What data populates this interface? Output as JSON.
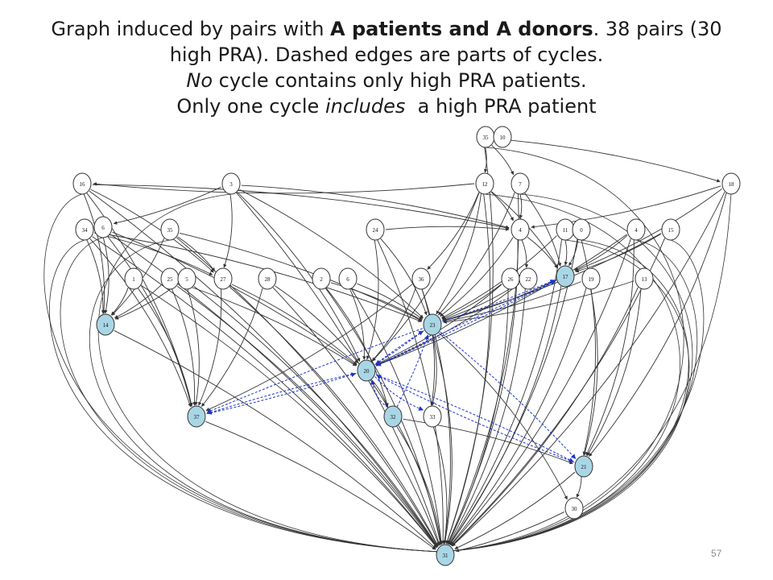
{
  "slide": {
    "title": {
      "line1": {
        "part1": "Graph induced by pairs with ",
        "bold": "A patients and A donors",
        "part2": ". 38 pairs (30"
      },
      "line2": "high PRA). Dashed edges are parts of cycles.",
      "line3": {
        "italic": "No",
        "rest": " cycle contains only high PRA patients."
      },
      "line4": {
        "part1": "Only one cycle ",
        "italic": "includes",
        "part2": "  a high PRA patient"
      }
    },
    "slide_number": "57"
  },
  "graph": {
    "colors": {
      "low_pra_fill": "#a9d6e5",
      "high_pra_fill": "#ffffff",
      "edge": "#333333",
      "cycle_edge": "#1f33cc"
    },
    "nodes": [
      {
        "id": "n35",
        "label": "35",
        "type": "high"
      },
      {
        "id": "n10",
        "label": "10",
        "type": "high"
      },
      {
        "id": "n16",
        "label": "16",
        "type": "high"
      },
      {
        "id": "n3",
        "label": "3",
        "type": "high"
      },
      {
        "id": "n12",
        "label": "12",
        "type": "high"
      },
      {
        "id": "n7",
        "label": "7",
        "type": "high"
      },
      {
        "id": "n18",
        "label": "18",
        "type": "high"
      },
      {
        "id": "n34",
        "label": "34",
        "type": "high"
      },
      {
        "id": "n6a",
        "label": "6",
        "type": "high"
      },
      {
        "id": "n35b",
        "label": "35",
        "type": "high"
      },
      {
        "id": "n24",
        "label": "24",
        "type": "high"
      },
      {
        "id": "n4",
        "label": "4",
        "type": "high"
      },
      {
        "id": "n11",
        "label": "11",
        "type": "high"
      },
      {
        "id": "n0",
        "label": "0",
        "type": "high"
      },
      {
        "id": "n4b",
        "label": "4",
        "type": "high"
      },
      {
        "id": "n15",
        "label": "15",
        "type": "high"
      },
      {
        "id": "n1",
        "label": "1",
        "type": "high"
      },
      {
        "id": "n25",
        "label": "25",
        "type": "high"
      },
      {
        "id": "n5",
        "label": "5",
        "type": "high"
      },
      {
        "id": "n27",
        "label": "27",
        "type": "high"
      },
      {
        "id": "n28",
        "label": "28",
        "type": "high"
      },
      {
        "id": "n2",
        "label": "2",
        "type": "high"
      },
      {
        "id": "n6b",
        "label": "6",
        "type": "high"
      },
      {
        "id": "n36",
        "label": "36",
        "type": "high"
      },
      {
        "id": "n26",
        "label": "26",
        "type": "high"
      },
      {
        "id": "n22",
        "label": "22",
        "type": "high"
      },
      {
        "id": "n17",
        "label": "17",
        "type": "low"
      },
      {
        "id": "n19",
        "label": "19",
        "type": "high"
      },
      {
        "id": "n13",
        "label": "13",
        "type": "high"
      },
      {
        "id": "n14",
        "label": "14",
        "type": "low"
      },
      {
        "id": "n23",
        "label": "23",
        "type": "low"
      },
      {
        "id": "n20",
        "label": "20",
        "type": "low"
      },
      {
        "id": "n37",
        "label": "37",
        "type": "low"
      },
      {
        "id": "n32",
        "label": "32",
        "type": "low"
      },
      {
        "id": "n33",
        "label": "33",
        "type": "high"
      },
      {
        "id": "n21",
        "label": "21",
        "type": "low"
      },
      {
        "id": "n30",
        "label": "30",
        "type": "high"
      },
      {
        "id": "n31",
        "label": "31",
        "type": "low"
      }
    ],
    "edges": [
      [
        "n16",
        "n4"
      ],
      [
        "n16",
        "n14"
      ],
      [
        "n16",
        "n37"
      ],
      [
        "n16",
        "n31"
      ],
      [
        "n16",
        "n27"
      ],
      [
        "n3",
        "n4"
      ],
      [
        "n3",
        "n27"
      ],
      [
        "n3",
        "n23"
      ],
      [
        "n3",
        "n20"
      ],
      [
        "n3",
        "n31"
      ],
      [
        "n3",
        "n6a"
      ],
      [
        "n35",
        "n7"
      ],
      [
        "n35",
        "n12"
      ],
      [
        "n35",
        "n31"
      ],
      [
        "n35",
        "n18"
      ],
      [
        "n12",
        "n4"
      ],
      [
        "n12",
        "n23"
      ],
      [
        "n12",
        "n20"
      ],
      [
        "n12",
        "n17"
      ],
      [
        "n12",
        "n31"
      ],
      [
        "n12",
        "n36"
      ],
      [
        "n12",
        "n16"
      ],
      [
        "n7",
        "n4"
      ],
      [
        "n7",
        "n17"
      ],
      [
        "n7",
        "n23"
      ],
      [
        "n7",
        "n31"
      ],
      [
        "n18",
        "n4"
      ],
      [
        "n18",
        "n17"
      ],
      [
        "n18",
        "n31"
      ],
      [
        "n18",
        "n21"
      ],
      [
        "n34",
        "n14"
      ],
      [
        "n34",
        "n37"
      ],
      [
        "n34",
        "n27"
      ],
      [
        "n34",
        "n31"
      ],
      [
        "n34",
        "n23"
      ],
      [
        "n6a",
        "n14"
      ],
      [
        "n6a",
        "n37"
      ],
      [
        "n6a",
        "n20"
      ],
      [
        "n6a",
        "n31"
      ],
      [
        "n35b",
        "n27"
      ],
      [
        "n35b",
        "n14"
      ],
      [
        "n35b",
        "n31"
      ],
      [
        "n35b",
        "n23"
      ],
      [
        "n24",
        "n23"
      ],
      [
        "n24",
        "n20"
      ],
      [
        "n24",
        "n31"
      ],
      [
        "n24",
        "n4"
      ],
      [
        "n4",
        "n17"
      ],
      [
        "n4",
        "n23"
      ],
      [
        "n4",
        "n31"
      ],
      [
        "n4",
        "n22"
      ],
      [
        "n11",
        "n17"
      ],
      [
        "n11",
        "n23"
      ],
      [
        "n11",
        "n31"
      ],
      [
        "n0",
        "n17"
      ],
      [
        "n0",
        "n21"
      ],
      [
        "n0",
        "n31"
      ],
      [
        "n4b",
        "n17"
      ],
      [
        "n4b",
        "n20"
      ],
      [
        "n4b",
        "n31"
      ],
      [
        "n4b",
        "n21"
      ],
      [
        "n15",
        "n17"
      ],
      [
        "n15",
        "n23"
      ],
      [
        "n15",
        "n31"
      ],
      [
        "n1",
        "n14"
      ],
      [
        "n1",
        "n37"
      ],
      [
        "n1",
        "n31"
      ],
      [
        "n25",
        "n14"
      ],
      [
        "n25",
        "n37"
      ],
      [
        "n25",
        "n20"
      ],
      [
        "n25",
        "n31"
      ],
      [
        "n5",
        "n14"
      ],
      [
        "n5",
        "n37"
      ],
      [
        "n5",
        "n31"
      ],
      [
        "n27",
        "n37"
      ],
      [
        "n27",
        "n31"
      ],
      [
        "n27",
        "n20"
      ],
      [
        "n28",
        "n20"
      ],
      [
        "n28",
        "n31"
      ],
      [
        "n28",
        "n37"
      ],
      [
        "n2",
        "n23"
      ],
      [
        "n2",
        "n31"
      ],
      [
        "n2",
        "n32"
      ],
      [
        "n6b",
        "n23"
      ],
      [
        "n6b",
        "n31"
      ],
      [
        "n6b",
        "n20"
      ],
      [
        "n36",
        "n20"
      ],
      [
        "n36",
        "n37"
      ],
      [
        "n36",
        "n31"
      ],
      [
        "n36",
        "n33"
      ],
      [
        "n26",
        "n23"
      ],
      [
        "n26",
        "n20"
      ],
      [
        "n26",
        "n31"
      ],
      [
        "n22",
        "n23"
      ],
      [
        "n22",
        "n20"
      ],
      [
        "n22",
        "n31"
      ],
      [
        "n17",
        "n23"
      ],
      [
        "n17",
        "n31"
      ],
      [
        "n19",
        "n23"
      ],
      [
        "n19",
        "n21"
      ],
      [
        "n19",
        "n31"
      ],
      [
        "n13",
        "n21"
      ],
      [
        "n13",
        "n31"
      ],
      [
        "n13",
        "n23"
      ],
      [
        "n14",
        "n31"
      ],
      [
        "n37",
        "n31"
      ],
      [
        "n23",
        "n31"
      ],
      [
        "n23",
        "n33"
      ],
      [
        "n23",
        "n30"
      ],
      [
        "n32",
        "n21"
      ],
      [
        "n32",
        "n31"
      ],
      [
        "n33",
        "n31"
      ],
      [
        "n21",
        "n30"
      ],
      [
        "n21",
        "n31"
      ],
      [
        "n30",
        "n31"
      ],
      [
        "n20",
        "n31"
      ],
      [
        "n20",
        "n32"
      ]
    ],
    "cycle_edges": [
      [
        "n20",
        "n23"
      ],
      [
        "n23",
        "n20"
      ],
      [
        "n20",
        "n37"
      ],
      [
        "n37",
        "n20"
      ],
      [
        "n23",
        "n37"
      ],
      [
        "n20",
        "n17"
      ],
      [
        "n17",
        "n20"
      ],
      [
        "n23",
        "n17"
      ],
      [
        "n20",
        "n21"
      ],
      [
        "n21",
        "n20"
      ],
      [
        "n32",
        "n23"
      ],
      [
        "n20",
        "n33"
      ],
      [
        "n23",
        "n21"
      ],
      [
        "n32",
        "n20"
      ]
    ]
  }
}
